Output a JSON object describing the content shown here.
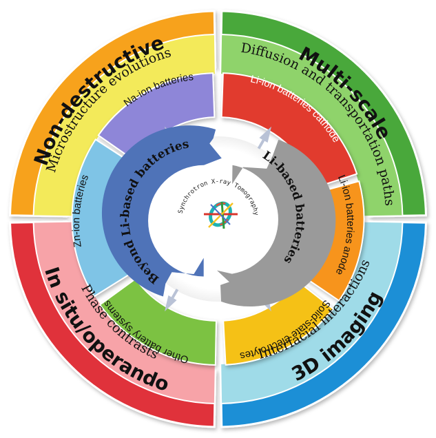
{
  "outer_ring": [
    {
      "label": "Non-destructive",
      "color": "#f7a21b"
    },
    {
      "label": "Multi-scale",
      "color": "#4aa83a"
    },
    {
      "label": "3D imaging",
      "color": "#1f8fd6"
    },
    {
      "label": "In situ/operando",
      "color": "#e0323a"
    }
  ],
  "middle_ring": [
    {
      "label": "Microstructure evolutions",
      "color": "#f3ea5a"
    },
    {
      "label": "Diffusion and transportation paths",
      "color": "#8fd36b"
    },
    {
      "label": "Interfacial interactions",
      "color": "#9fdbe8"
    },
    {
      "label": "Phase contrasts",
      "color": "#f7a3a8"
    }
  ],
  "inner_ring": [
    {
      "label": "Na-ion batteries",
      "color": "#8e86d8"
    },
    {
      "label": "Li-ion batteries cathode",
      "color": "#e13b2d"
    },
    {
      "label": "Li-ion batteries anode",
      "color": "#f7941d"
    },
    {
      "label": "Solid-state electrolytes",
      "color": "#f5c116"
    },
    {
      "label": "Other battery systems",
      "color": "#7cc242"
    },
    {
      "label": "Zn-ion batteries",
      "color": "#7fc4e6"
    }
  ],
  "arrows": {
    "left_label": "Beyond Li-based batteries",
    "right_label": "Li-based batteries",
    "left_color": "#4f73b8",
    "right_color": "#9a9a9a"
  },
  "center": {
    "label": "Synchrotron X-ray Tomography"
  }
}
